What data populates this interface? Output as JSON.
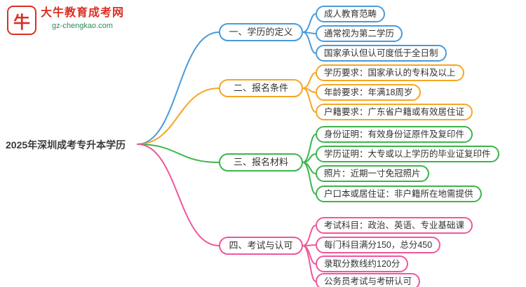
{
  "logo": {
    "title": "大牛教育成考网",
    "url": "gz-chengkao.com",
    "icon": "bull-icon",
    "brand_color": "#D93025",
    "url_color": "#2E8B57"
  },
  "root": {
    "label": "2025年深圳成考专升本学历"
  },
  "branches": [
    {
      "label": "一、学历的定义",
      "color": "#4A9AD9",
      "children": [
        {
          "text": "成人教育范畴"
        },
        {
          "text": "通常视为第二学历"
        },
        {
          "text": "国家承认但认可度低于全日制"
        }
      ]
    },
    {
      "label": "二、报名条件",
      "color": "#F5A623",
      "children": [
        {
          "text": "学历要求：国家承认的专科及以上"
        },
        {
          "text": "年龄要求：年满18周岁"
        },
        {
          "text": "户籍要求：广东省户籍或有效居住证"
        }
      ]
    },
    {
      "label": "三、报名材料",
      "color": "#3CB54A",
      "children": [
        {
          "text": "身份证明：有效身份证原件及复印件"
        },
        {
          "text": "学历证明：大专或以上学历的毕业证复印件"
        },
        {
          "text": "照片：近期一寸免冠照片"
        },
        {
          "text": "户口本或居住证：非户籍所在地需提供"
        }
      ]
    },
    {
      "label": "四、考试与认可",
      "color": "#F0569D",
      "children": [
        {
          "text": "考试科目：政治、英语、专业基础课"
        },
        {
          "text": "每门科目满分150，总分450"
        },
        {
          "text": "录取分数线约120分"
        },
        {
          "text": "公务员考试与考研认可"
        }
      ]
    }
  ]
}
